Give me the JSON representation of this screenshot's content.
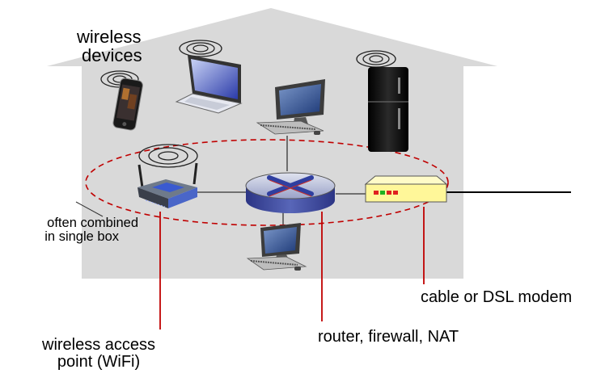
{
  "labels": {
    "wireless_devices_line1": "wireless",
    "wireless_devices_line2": "devices",
    "combined_line1": "often combined",
    "combined_line2": "in single box",
    "modem": "cable or DSL modem",
    "ap_line1": "wireless access",
    "ap_line2": "point (WiFi)",
    "router": "router, firewall, NAT"
  },
  "colors": {
    "house": "#d9d9d9",
    "leader_lines": "#c00000",
    "dashed_ellipse": "#c00000",
    "router_body": "#4a55a8",
    "router_top": "#b8bfd9",
    "router_x": "#2f3fa0",
    "modem_body": "#fff799",
    "modem_leds": [
      "#e02020",
      "#20b020",
      "#e02020",
      "#e02020"
    ]
  },
  "icons": [
    "smartphone-icon",
    "laptop-icon",
    "desktop-computer-icon",
    "refrigerator-icon",
    "wireless-router-icon",
    "router-icon",
    "cable-modem-icon",
    "desktop-computer-icon"
  ]
}
